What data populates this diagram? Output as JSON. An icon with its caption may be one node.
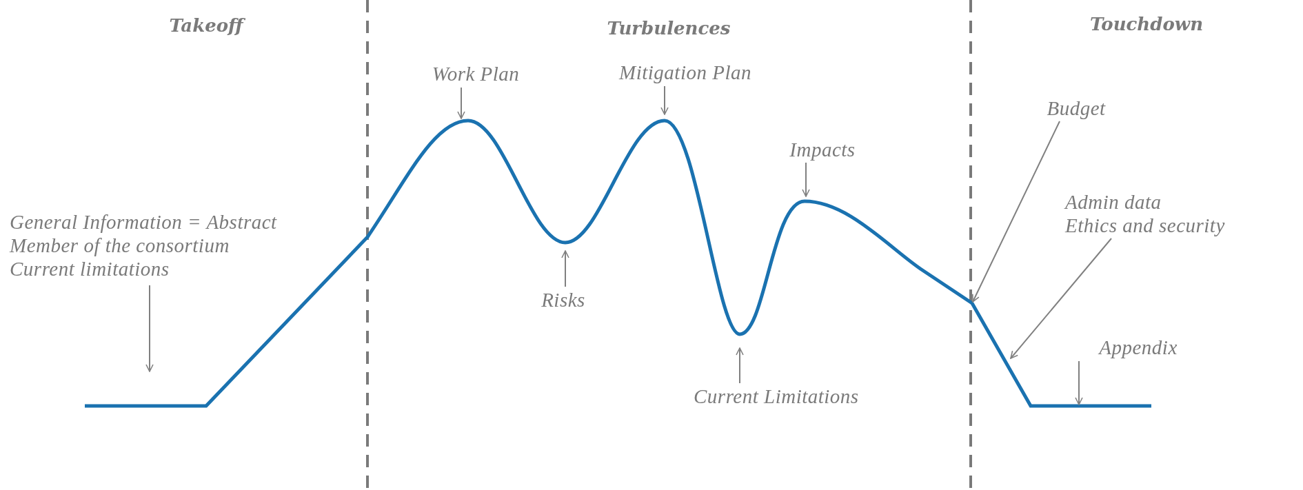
{
  "diagram": {
    "nodes": [
      {
        "text": [
          "General Information = Abstract",
          "Member of the consortium",
          "Current limitations"
        ]
      },
      {
        "text": [
          "Work Plan"
        ]
      },
      {
        "text": [
          "Mitigation Plan"
        ]
      },
      {
        "text": [
          "Risks"
        ]
      },
      {
        "text": [
          "Impacts"
        ]
      },
      {
        "text": [
          "Current Limitations"
        ]
      },
      {
        "text": [
          "Budget"
        ]
      },
      {
        "text": [
          "Admin data",
          "Ethics and security"
        ]
      },
      {
        "text": [
          "Appendix"
        ]
      }
    ],
    "edges": [
      {
        "from": 0,
        "to": null,
        "arrow": "to"
      },
      {
        "from": 1,
        "to": null,
        "arrow": "to"
      },
      {
        "from": 2,
        "to": null,
        "arrow": "to"
      },
      {
        "from": 3,
        "to": null,
        "arrow": "to"
      },
      {
        "from": 4,
        "to": null,
        "arrow": "to"
      },
      {
        "from": 5,
        "to": null,
        "arrow": "to"
      },
      {
        "from": 6,
        "to": null,
        "arrow": "to"
      },
      {
        "from": 7,
        "to": null,
        "arrow": "to"
      },
      {
        "from": 8,
        "to": null,
        "arrow": "to"
      }
    ],
    "labels": [
      "Takeoff",
      "Turbulences",
      "Touchdown"
    ]
  }
}
